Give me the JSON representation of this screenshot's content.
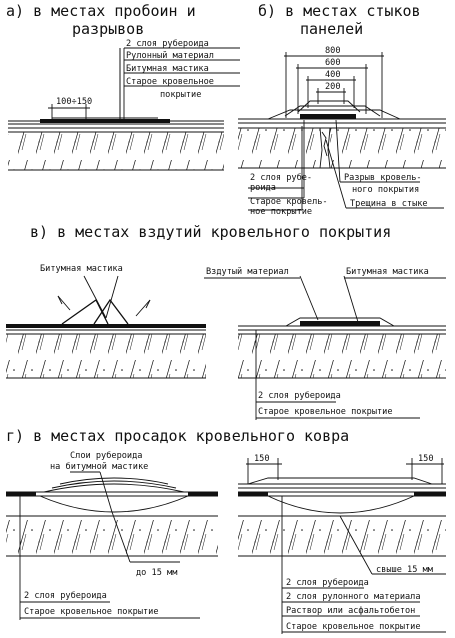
{
  "sections": {
    "a": {
      "title_line1": "а) в местах пробоин и",
      "title_line2": "разрывов",
      "labels": [
        "2 слоя рубероида",
        "Рулонный материал",
        "Битумная мастика",
        "Старое кровельное",
        "покрытие"
      ],
      "dim": "100÷150"
    },
    "b": {
      "title_line1": "б) в местах стыков",
      "title_line2": "панелей",
      "dims": [
        "800",
        "600",
        "400",
        "200"
      ],
      "labels_left": [
        "2 слоя рубе-",
        "роида",
        "Старое кровель-",
        "ное покрытие"
      ],
      "labels_right": [
        "Разрыв кровель-",
        "ного покрытия",
        "Трещина в стыке"
      ]
    },
    "v": {
      "title": "в) в местах вздутий кровельного покрытия",
      "left_label": "Битумная мастика",
      "right_labels": [
        "Вздутый материал",
        "Битумная мастика"
      ],
      "bottom_labels": [
        "2 слоя рубероида",
        "Старое кровельное покрытие"
      ]
    },
    "g": {
      "title": "г) в местах просадок кровельного ковра",
      "left_top": [
        "Слои рубероида",
        "на битумной мастике"
      ],
      "left_depth": "до 15 мм",
      "left_bottom": [
        "2 слоя рубероида",
        "Старое кровельное покрытие"
      ],
      "right_dims": [
        "150",
        "150"
      ],
      "right_depth": "свыше 15 мм",
      "right_bottom": [
        "2 слоя рубероида",
        "2 слоя рулонного материала",
        "Раствор или асфальтобетон",
        "Старое кровельное покрытие"
      ]
    }
  }
}
